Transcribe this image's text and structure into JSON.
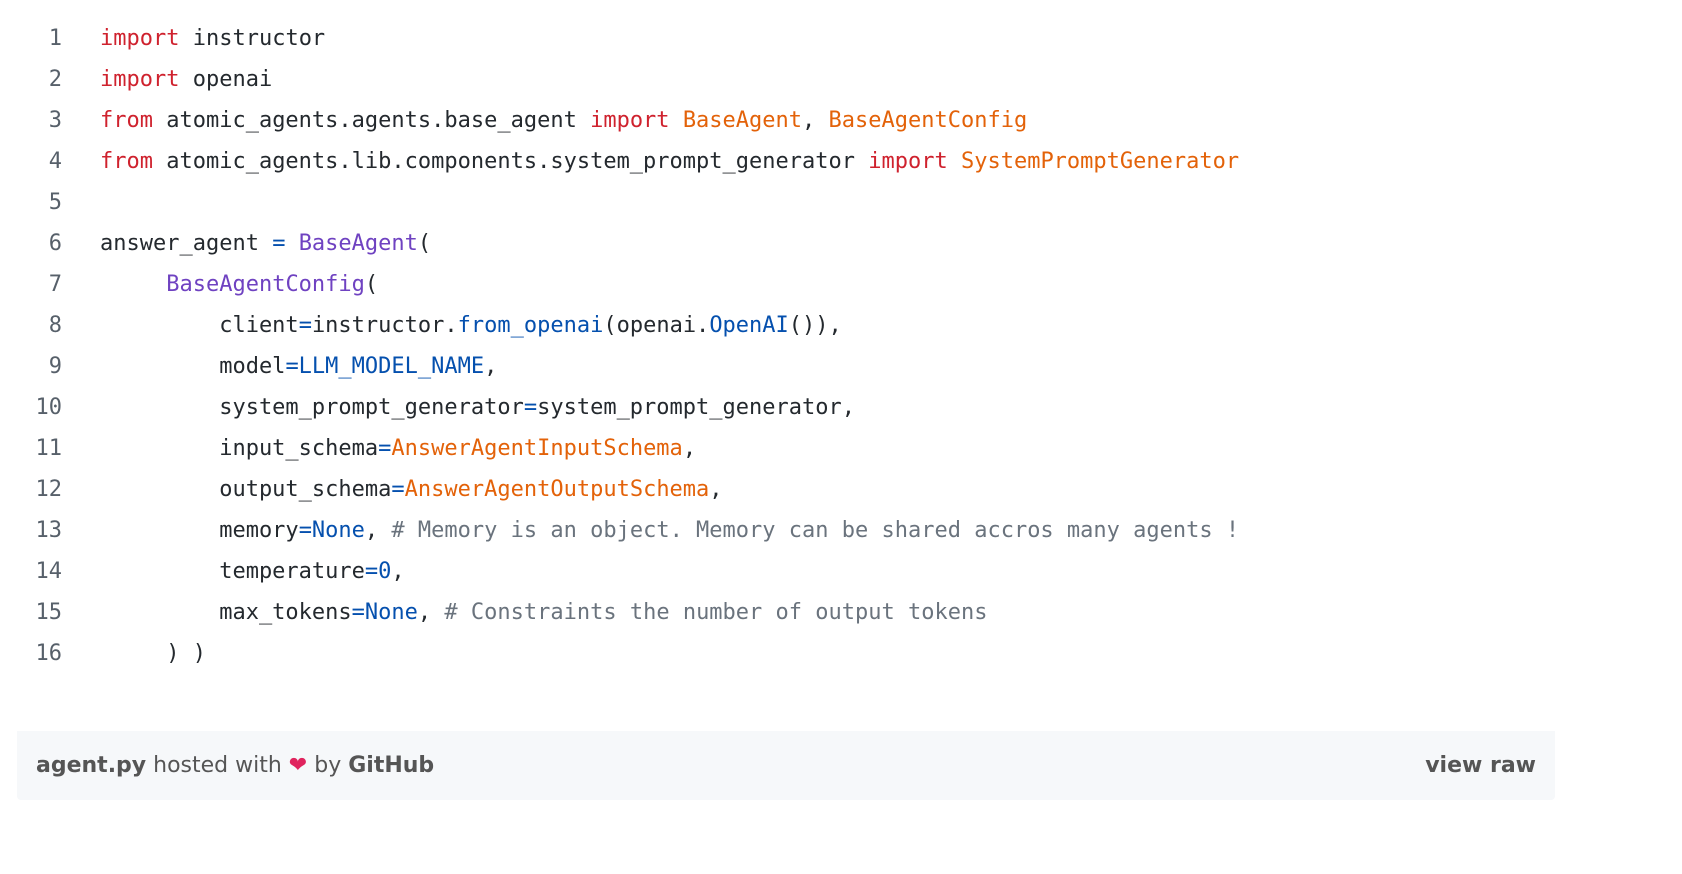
{
  "code": {
    "lines": [
      {
        "num": "1",
        "tokens": [
          {
            "t": "kw",
            "v": "import"
          },
          {
            "t": "tx",
            "v": " instructor"
          }
        ]
      },
      {
        "num": "2",
        "tokens": [
          {
            "t": "kw",
            "v": "import"
          },
          {
            "t": "tx",
            "v": " openai"
          }
        ]
      },
      {
        "num": "3",
        "tokens": [
          {
            "t": "kw",
            "v": "from"
          },
          {
            "t": "tx",
            "v": " atomic_agents.agents.base_agent "
          },
          {
            "t": "kw",
            "v": "import"
          },
          {
            "t": "tx",
            "v": " "
          },
          {
            "t": "cls",
            "v": "BaseAgent"
          },
          {
            "t": "tx",
            "v": ", "
          },
          {
            "t": "cls",
            "v": "BaseAgentConfig"
          }
        ]
      },
      {
        "num": "4",
        "tokens": [
          {
            "t": "kw",
            "v": "from"
          },
          {
            "t": "tx",
            "v": " atomic_agents.lib.components.system_prompt_generator "
          },
          {
            "t": "kw",
            "v": "import"
          },
          {
            "t": "tx",
            "v": " "
          },
          {
            "t": "cls",
            "v": "SystemPromptGenerator"
          }
        ]
      },
      {
        "num": "5",
        "tokens": []
      },
      {
        "num": "6",
        "tokens": [
          {
            "t": "tx",
            "v": "answer_agent "
          },
          {
            "t": "op",
            "v": "="
          },
          {
            "t": "tx",
            "v": " "
          },
          {
            "t": "fn",
            "v": "BaseAgent"
          },
          {
            "t": "tx",
            "v": "("
          }
        ]
      },
      {
        "num": "7",
        "tokens": [
          {
            "t": "tx",
            "v": "     "
          },
          {
            "t": "fn",
            "v": "BaseAgentConfig"
          },
          {
            "t": "tx",
            "v": "("
          }
        ]
      },
      {
        "num": "8",
        "tokens": [
          {
            "t": "tx",
            "v": "         client"
          },
          {
            "t": "op",
            "v": "="
          },
          {
            "t": "tx",
            "v": "instructor."
          },
          {
            "t": "op",
            "v": "from_openai"
          },
          {
            "t": "tx",
            "v": "(openai."
          },
          {
            "t": "op",
            "v": "OpenAI"
          },
          {
            "t": "tx",
            "v": "()),"
          }
        ]
      },
      {
        "num": "9",
        "tokens": [
          {
            "t": "tx",
            "v": "         model"
          },
          {
            "t": "op",
            "v": "=LLM_MODEL_NAME"
          },
          {
            "t": "tx",
            "v": ","
          }
        ]
      },
      {
        "num": "10",
        "tokens": [
          {
            "t": "tx",
            "v": "         system_prompt_generator"
          },
          {
            "t": "op",
            "v": "="
          },
          {
            "t": "tx",
            "v": "system_prompt_generator,"
          }
        ]
      },
      {
        "num": "11",
        "tokens": [
          {
            "t": "tx",
            "v": "         input_schema"
          },
          {
            "t": "op",
            "v": "="
          },
          {
            "t": "cls",
            "v": "AnswerAgentInputSchema"
          },
          {
            "t": "tx",
            "v": ","
          }
        ]
      },
      {
        "num": "12",
        "tokens": [
          {
            "t": "tx",
            "v": "         output_schema"
          },
          {
            "t": "op",
            "v": "="
          },
          {
            "t": "cls",
            "v": "AnswerAgentOutputSchema"
          },
          {
            "t": "tx",
            "v": ","
          }
        ]
      },
      {
        "num": "13",
        "tokens": [
          {
            "t": "tx",
            "v": "         memory"
          },
          {
            "t": "op",
            "v": "=None"
          },
          {
            "t": "tx",
            "v": ", "
          },
          {
            "t": "cm",
            "v": "# Memory is an object. Memory can be shared accros many agents !"
          }
        ]
      },
      {
        "num": "14",
        "tokens": [
          {
            "t": "tx",
            "v": "         temperature"
          },
          {
            "t": "op",
            "v": "=0"
          },
          {
            "t": "tx",
            "v": ","
          }
        ]
      },
      {
        "num": "15",
        "tokens": [
          {
            "t": "tx",
            "v": "         max_tokens"
          },
          {
            "t": "op",
            "v": "=None"
          },
          {
            "t": "tx",
            "v": ", "
          },
          {
            "t": "cm",
            "v": "# Constraints the number of output tokens"
          }
        ]
      },
      {
        "num": "16",
        "tokens": [
          {
            "t": "tx",
            "v": "     ) )"
          }
        ]
      }
    ]
  },
  "footer": {
    "filename": "agent.py",
    "hosted_with": " hosted with ",
    "heart": "❤",
    "by": " by ",
    "host": "GitHub",
    "view_raw": "view raw"
  },
  "colors": {
    "keyword": "#cf222e",
    "class": "#e36209",
    "function": "#6f42c1",
    "operator": "#0550ae",
    "comment": "#6a737d",
    "text": "#24292e",
    "footer_bg": "#f6f8fa"
  }
}
